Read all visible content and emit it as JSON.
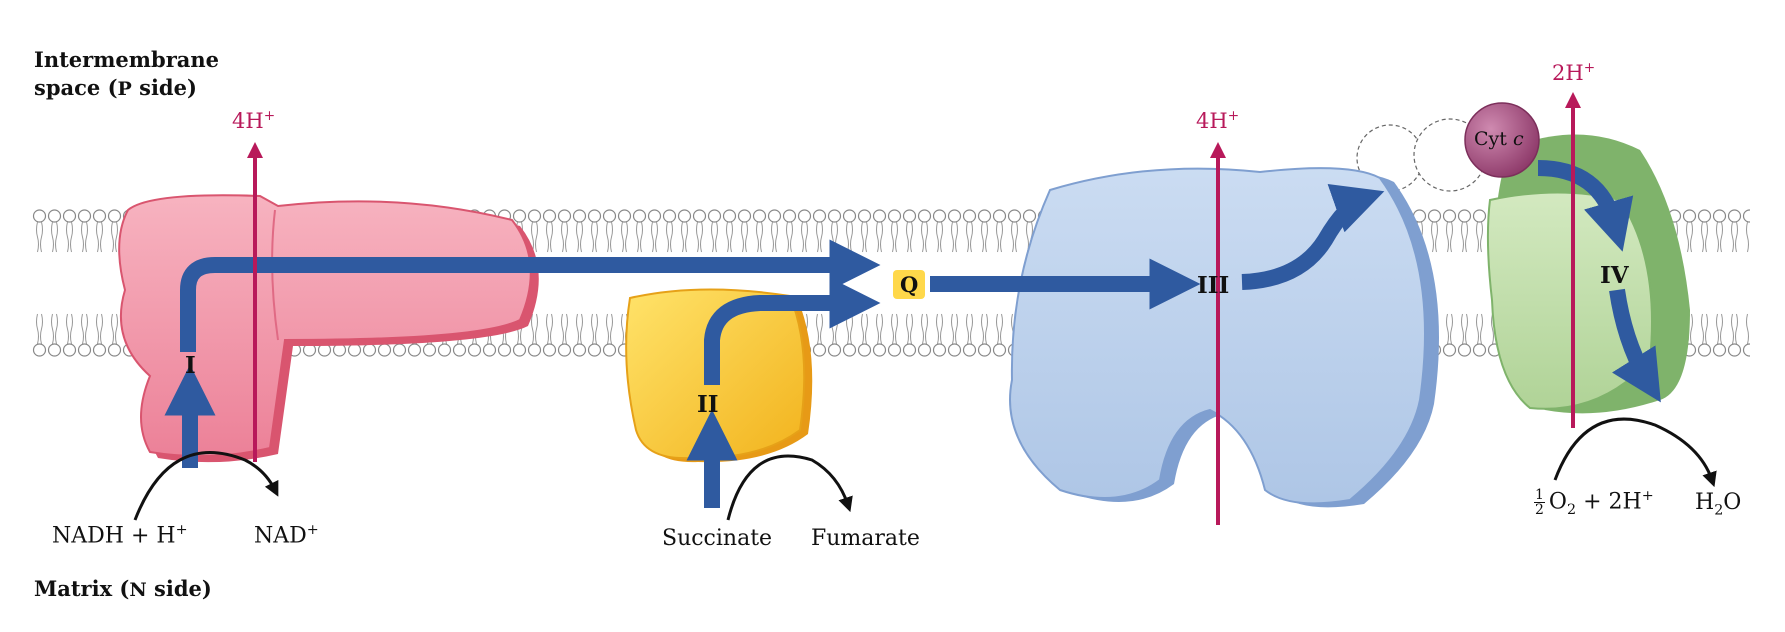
{
  "labels": {
    "intermembrane_1": "Intermembrane",
    "intermembrane_2": "space (",
    "p_letter": "P",
    "intermembrane_3": " side)",
    "matrix_1": "Matrix (",
    "n_letter": "N",
    "matrix_2": " side)"
  },
  "complexes": {
    "I": "I",
    "II": "II",
    "III": "III",
    "IV": "IV",
    "Q": "Q",
    "cyt": "Cyt",
    "cyt_c": "c"
  },
  "protons": {
    "h": "H",
    "plus": "+",
    "c1_count": "4",
    "c3_count": "4",
    "c4_count": "2"
  },
  "substrates": {
    "nadh": "NADH + H",
    "nad": "NAD",
    "succinate": "Succinate",
    "fumarate": "Fumarate",
    "frac_num": "1",
    "frac_den": "2",
    "o": "O",
    "two": "2",
    "plus_2h": " + 2H",
    "h2o_h": "H",
    "h2o_o": "O"
  },
  "colors": {
    "complex_I": "#ef8fa4",
    "complex_II": "#f5c322",
    "complex_III": "#b9cde9",
    "complex_IV": "#bfdca8",
    "cyt_c": "#9c4a78",
    "electron_path": "#2f5aa0",
    "proton_arrow": "#b8195a"
  }
}
